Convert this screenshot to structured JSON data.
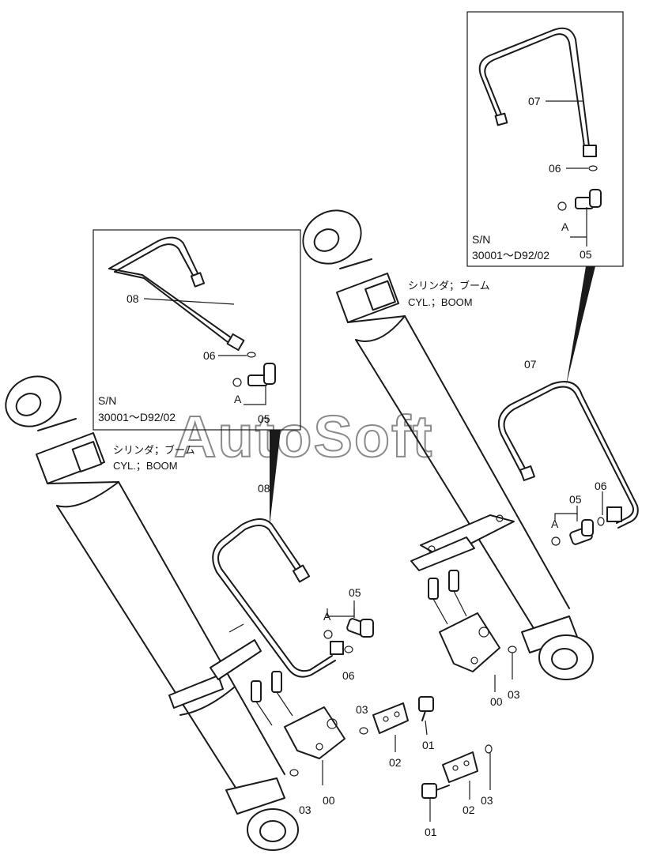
{
  "watermark": "AutoSoft",
  "left_inset": {
    "serial_label": "S/N",
    "serial_range": "30001～D92/02",
    "parts": {
      "p08": "08",
      "p06": "06",
      "pA": "A",
      "p05": "05"
    }
  },
  "right_inset": {
    "serial_label": "S/N",
    "serial_range": "30001～D92/02",
    "parts": {
      "p07": "07",
      "p06": "06",
      "pA": "A",
      "p05": "05"
    }
  },
  "left_assembly": {
    "cylinder_label_jp": "シリンダ；ブーム",
    "cylinder_label_en": "CYL.；BOOM",
    "parts": {
      "p08": "08",
      "p05": "05",
      "pA": "A",
      "p06": "06",
      "p03a": "03",
      "p01": "01",
      "p02": "02",
      "p00": "00",
      "p03b": "03"
    }
  },
  "right_assembly": {
    "cylinder_label_jp": "シリンダ；ブーム",
    "cylinder_label_en": "CYL.；BOOM",
    "parts": {
      "p07": "07",
      "p05": "05",
      "p06": "06",
      "pA": "A",
      "p00": "00",
      "p03a": "03",
      "p02": "02",
      "p03b": "03",
      "p01": "01"
    }
  }
}
